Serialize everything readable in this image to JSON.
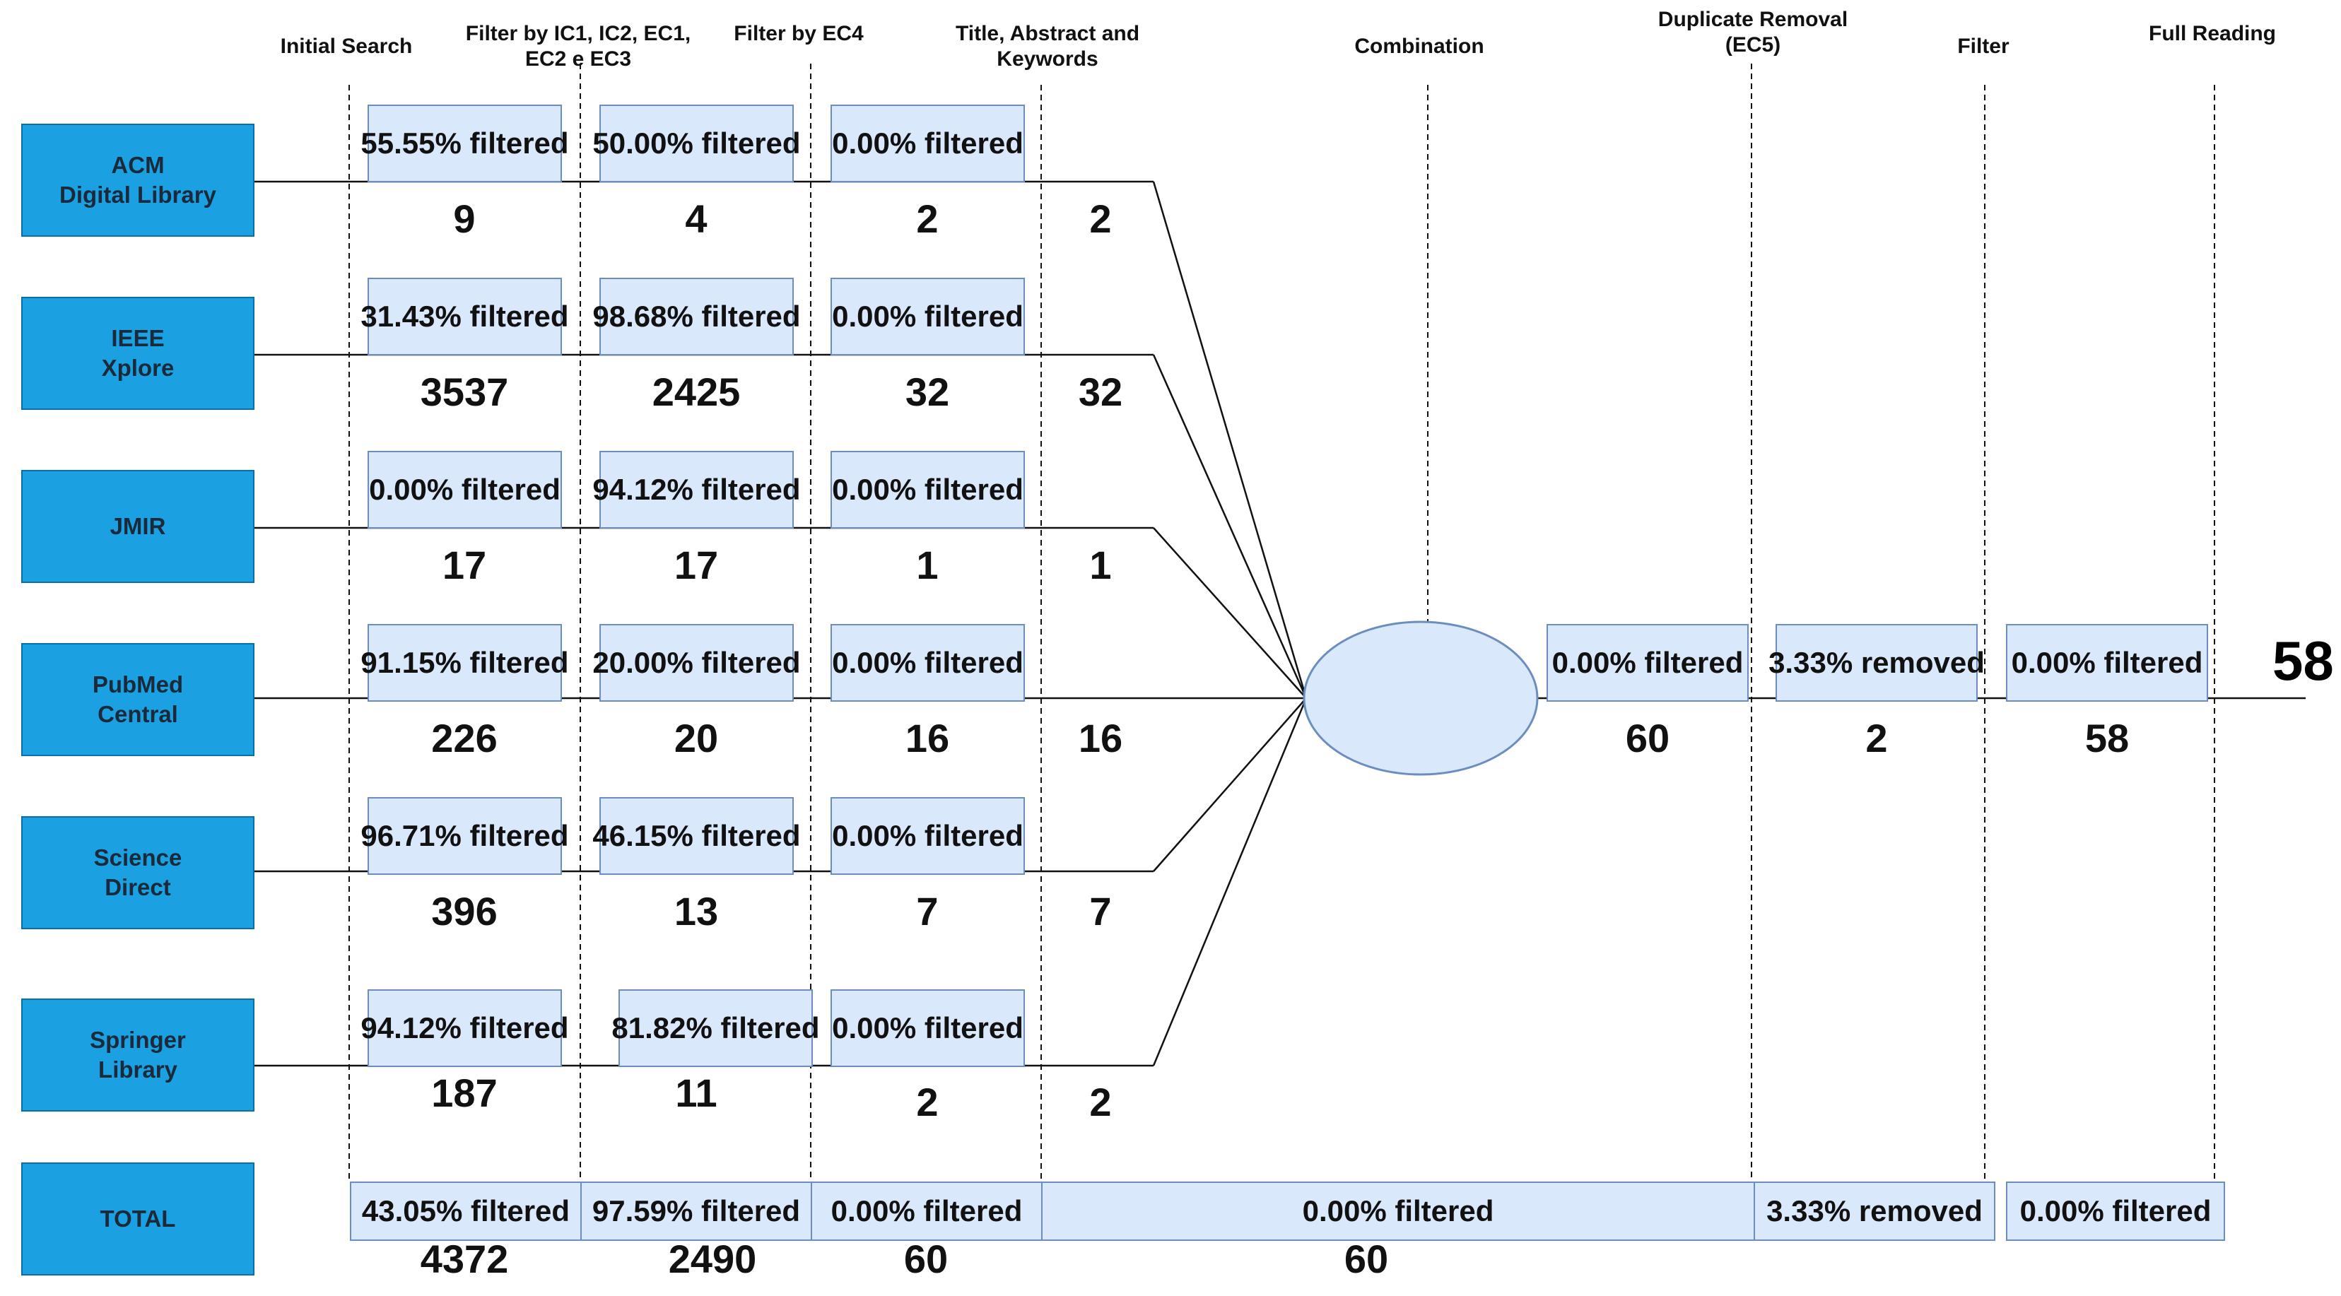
{
  "stages": [
    "Initial Search",
    "Filter by IC1, IC2,\nEC1, EC2 e EC3",
    "Filter by\nEC4",
    "Title, Abstract and\nKeywords",
    "Combination",
    "Duplicate\nRemoval\n(EC5)",
    "Filter",
    "Full\nReading"
  ],
  "sources": [
    {
      "name": "ACM\nDigital Library",
      "filters": [
        "55.55%\nfiltered",
        "50.00%\nfiltered",
        "0.00%\nfiltered"
      ],
      "counts": [
        "9",
        "4",
        "2",
        "2"
      ]
    },
    {
      "name": "IEEE\nXplore",
      "filters": [
        "31.43%\nfiltered",
        "98.68%\nfiltered",
        "0.00%\nfiltered"
      ],
      "counts": [
        "3537",
        "2425",
        "32",
        "32"
      ]
    },
    {
      "name": "JMIR",
      "filters": [
        "0.00%\nfiltered",
        "94.12%\nfiltered",
        "0.00%\nfiltered"
      ],
      "counts": [
        "17",
        "17",
        "1",
        "1"
      ]
    },
    {
      "name": "PubMed\nCentral",
      "filters": [
        "91.15%\nfiltered",
        "20.00%\nfiltered",
        "0.00%\nfiltered"
      ],
      "counts": [
        "226",
        "20",
        "16",
        "16"
      ]
    },
    {
      "name": "Science\nDirect",
      "filters": [
        "96.71%\nfiltered",
        "46.15%\nfiltered",
        "0.00%\nfiltered"
      ],
      "counts": [
        "396",
        "13",
        "7",
        "7"
      ]
    },
    {
      "name": "Springer\nLibrary",
      "filters": [
        "94.12%\nfiltered",
        "81.82%\nfiltered",
        "0.00%\nfiltered"
      ],
      "counts": [
        "187",
        "11",
        "2",
        "2"
      ]
    }
  ],
  "combined": {
    "filters": [
      "0.00%\nfiltered",
      "3.33%\nremoved",
      "0.00%\nfiltered"
    ],
    "counts": [
      "60",
      "2",
      "58"
    ],
    "final": "58"
  },
  "total": {
    "label": "TOTAL",
    "filters": [
      "43.05% filtered",
      "97.59% filtered",
      "0.00% filtered",
      "0.00% filtered",
      "3.33% removed",
      "0.00% filtered"
    ],
    "counts": [
      "4372",
      "2490",
      "60",
      "60"
    ]
  },
  "colors": {
    "source_fill": "#1BA1E2",
    "source_border": "#0B6FA6",
    "box_fill": "#DAE8FC",
    "box_border": "#6C8EBF"
  }
}
